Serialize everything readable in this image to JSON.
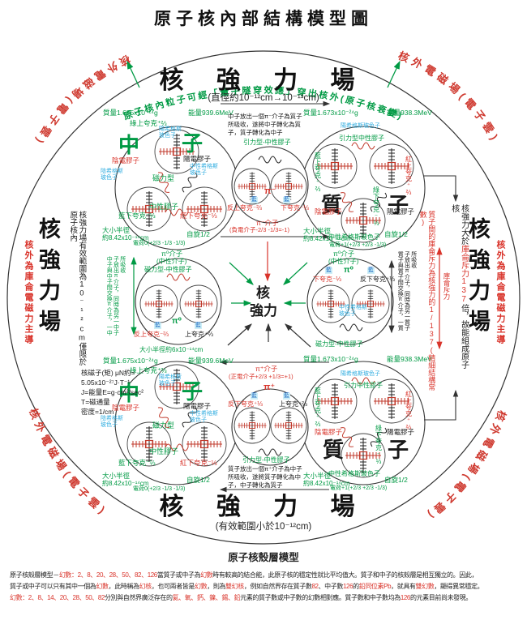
{
  "palette": {
    "green": "#009a44",
    "red": "#d9342b",
    "cyan": "#33aee0",
    "chip_blue": "#1565c0"
  },
  "title": "原子核內部結構模型圖",
  "common": {
    "blue_label": "藍"
  },
  "outer": {
    "tunnel_text": "原子核內粒子可經「量子隧穿效應」穿出核外(原子核衰變)",
    "corner_text": "核外電磁場(電子雲)",
    "field_top_title": "核 強 力 場",
    "field_top_sub": "(直徑約10⁻¹²cm→10⁻¹³cm)",
    "field_bottom_title": "核 強 力 場",
    "field_bottom_sub": "(有效範圍小於10⁻¹²cm)"
  },
  "left_side": {
    "big": "核強力場",
    "red_note": "核外為庫侖電磁力主導",
    "range_note": "核強力場有效範圍為10⁻¹²cm僅限於原子核內",
    "magneton": [
      "核磁子(矩) μN約=",
      "5.05x10⁻²⁷J·T⁻¹",
      "J=能量E=g·cm²/sec²",
      "T=磁通量",
      "密度=1/cm"
    ]
  },
  "right_side": {
    "big": "核強力場",
    "red_note": "核外為庫侖電磁力主導",
    "strong_seg": [
      "核強力大於",
      "庫侖斥力",
      "137",
      "倍，故能組成原子核"
    ],
    "coulomb": "庫侖斥力",
    "ratio": "質子間的庫侖斥力為核強力的1/137(精細結構常數)"
  },
  "center": {
    "l1": "核",
    "l2": "強力"
  },
  "neutron": {
    "char1": "中",
    "char2": "子",
    "mass": "質量1.675x10⁻²⁴g",
    "energy": "能量939.6MeV",
    "quark_top": "綠上夸克⁺⅔",
    "higgs_pos": "陽希格斯玻色子",
    "higgs_neg": "陰希格斯玻色子",
    "higgs_neutral": "中性希格斯玻色子",
    "gluon_neg": "陰電膠子",
    "gluon_pos": "陽電膠子",
    "type_label": "磁力型",
    "gluon_neutral": "中性膠子",
    "quark_bl": "藍下夸克⁻⅓",
    "quark_br": "紅下夸克⁻⅓",
    "radius1": "大小半徑",
    "radius2": "約8.42x10⁻¹⁴cm",
    "spin": "自旋1/2",
    "charge": "電荷0(+2/3 -1/3 -1/3)"
  },
  "proton": {
    "char1": "質",
    "char2": "子",
    "mass": "質量1.673x10⁻²⁴g",
    "energy": "能量938.3MeV",
    "higgs_pos": "陽希格斯玻色子",
    "gravity_top": "引力型中性膠子",
    "gravity_bottom": "引力中性膠子",
    "quark_left": "藍上夸克⁺⅔",
    "quark_right": "紅上夸克⁺⅔",
    "gluon_neg": "陰電膠子",
    "gluon_pos": "陽電膠子",
    "quark_bottom": "綠下夸克⁻⅓",
    "higgs_neutral": "中性希格斯玻色子",
    "radius1": "大小半徑",
    "radius2": "約8.42x10⁻¹⁴cm",
    "spin": "自旋1/2",
    "charge": "電荷+1(+2/3 +2/3 -1/3)"
  },
  "pion_minus": {
    "note1": "中子放出一個π⁻介子為質子",
    "note2": "所吸收，遂將中子轉化為質",
    "note3": "子，質子轉化為中子",
    "gluon": "引力型-中性膠子",
    "symbol": "π⁻",
    "quark_l": "反上夸克⁻⅔",
    "quark_r": "下夸克⁻⅓",
    "label": "π⁻介子",
    "formula": "(負電介子-2/3 -1/3=-1)"
  },
  "pion_plus": {
    "label": "π⁺介子",
    "formula": "(正電介子+2/3 +1/3=+1)",
    "symbol": "π⁺",
    "quark_l": "反下夸克⁺⅓",
    "quark_r": "上夸克⁺⅔",
    "gluon": "引力型-中性膠子",
    "note1": "質子放出一個π⁺介子為中子",
    "note2": "所吸收，遂將質子轉化為中",
    "note3": "子，中子轉化為質子"
  },
  "pion0_left": {
    "label": "π⁰介子",
    "sub": "(中性介子)",
    "gluon": "磁力型-中性膠子",
    "symbol": "π⁰",
    "quark_l": "反上夸克⁻⅔",
    "quark_r": "上夸克⁺⅔",
    "radius": "大小半徑約6x10⁻¹⁴cm",
    "exchange": "中子與中子間交換π介子，一中子放出π介子，同時為另一中子所吸收"
  },
  "pion0_right": {
    "label": "π⁰介子",
    "sub": "(中性介子)",
    "symbol": "π⁰",
    "quark_l": "下夸克⁻⅓",
    "quark_r": "反下夸克⁺⅓",
    "higgs": "中性希格斯玻色子",
    "gluon": "磁力型-中性膠子",
    "exchange": "質子與質子間交換π介子，一質子放出π介子，同時為另一質子所吸收"
  },
  "footer": {
    "heading": "原子核殼層模型",
    "line1": [
      [
        "原子核殼層模型－",
        "k"
      ],
      [
        "幻數：2、8、20、28、50、82、126",
        "r"
      ],
      [
        "當質子或中子為",
        "k"
      ],
      [
        "幻數",
        "r"
      ],
      [
        "時有較高的結合能，此原子核的穩定性就比平均值大。質子和中子的核殼層是相互獨立的。因此，",
        "k"
      ]
    ],
    "line2": [
      [
        "質子或中子可以只有其中一個為",
        "k"
      ],
      [
        "幻數",
        "r"
      ],
      [
        "，此時稱為",
        "k"
      ],
      [
        "幻核",
        "r"
      ],
      [
        "，也可兩者皆是",
        "k"
      ],
      [
        "幻數",
        "r"
      ],
      [
        "，則為",
        "k"
      ],
      [
        "雙幻核",
        "r"
      ],
      [
        "，例如自然界存在質子數",
        "k"
      ],
      [
        "82",
        "r"
      ],
      [
        "、中子數",
        "k"
      ],
      [
        "126",
        "r"
      ],
      [
        "的",
        "k"
      ],
      [
        "鉛同位素Pb",
        "r"
      ],
      [
        "，就具有",
        "k"
      ],
      [
        "雙幻數",
        "r"
      ],
      [
        "，顯得異常穩定。",
        "k"
      ]
    ],
    "line3": [
      [
        "幻數：2、8、14、20、28、50、82",
        "r"
      ],
      [
        "分別與自然界廣泛存在的",
        "k"
      ],
      [
        "氦、氧、鈣、鎳、錫、鉛",
        "r"
      ],
      [
        "元素的質子數或中子數的幻數相對應。質子數和中子數均為",
        "k"
      ],
      [
        "126",
        "r"
      ],
      [
        "的元素目前尚未發現。",
        "k"
      ]
    ]
  }
}
